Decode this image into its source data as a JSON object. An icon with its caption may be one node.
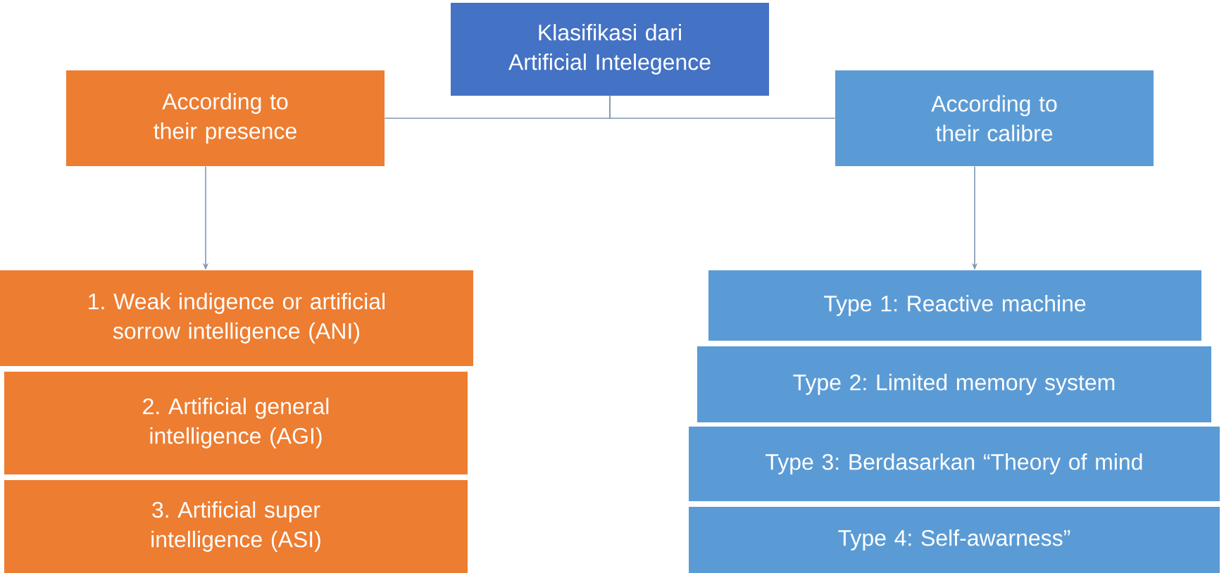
{
  "diagram": {
    "nodes": [
      {
        "text": [
          "Klasifikasi dari Artificial Intelegence"
        ]
      },
      {
        "text": [
          "According to their presence"
        ]
      },
      {
        "text": [
          "According to their calibre"
        ]
      },
      {
        "text": [
          "1. Weak indigence or artificial sorrow intelligence (ANI)"
        ]
      },
      {
        "text": [
          "2. Artificial general intelligence (AGI)"
        ]
      },
      {
        "text": [
          "3. Artificial super intelligence (ASI)"
        ]
      },
      {
        "text": [
          "Type 1: Reactive machine"
        ]
      },
      {
        "text": [
          "Type 2: Limited memory system"
        ]
      },
      {
        "text": [
          "Type 3: Berdasarkan “Theory of mind"
        ]
      },
      {
        "text": [
          "Type 4: Self-awarness”"
        ]
      }
    ],
    "edges": [
      {
        "from": 0,
        "to": 1,
        "arrow": "none"
      },
      {
        "from": 0,
        "to": 2,
        "arrow": "none"
      },
      {
        "from": 1,
        "to": 3,
        "arrow": "to"
      },
      {
        "from": 2,
        "to": 6,
        "arrow": "to"
      }
    ]
  }
}
